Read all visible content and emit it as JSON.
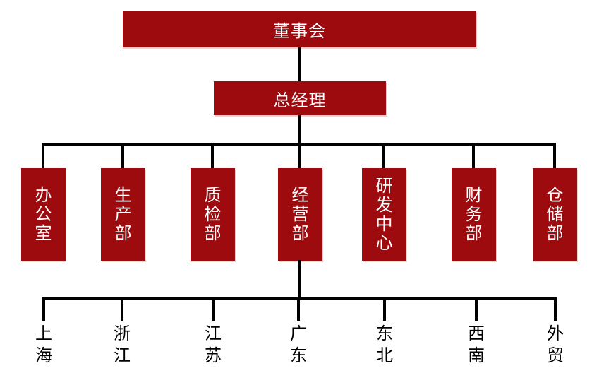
{
  "org_chart": {
    "level1": {
      "label": "董事会"
    },
    "level2": {
      "label": "总经理"
    },
    "departments": [
      {
        "label": "办公室"
      },
      {
        "label": "生产部"
      },
      {
        "label": "质检部"
      },
      {
        "label": "经营部",
        "children": [
          {
            "label": "上海"
          },
          {
            "label": "浙江"
          },
          {
            "label": "江苏"
          },
          {
            "label": "广东"
          },
          {
            "label": "东北"
          },
          {
            "label": "西南"
          },
          {
            "label": "外贸"
          }
        ]
      },
      {
        "label": "研发中心"
      },
      {
        "label": "财务部"
      },
      {
        "label": "仓储部"
      }
    ],
    "colors": {
      "box_fill": "#9E0B0F",
      "box_text": "#FFFFFF",
      "connector": "#000000",
      "region_text": "#000000",
      "background": "#FFFFFF"
    }
  }
}
